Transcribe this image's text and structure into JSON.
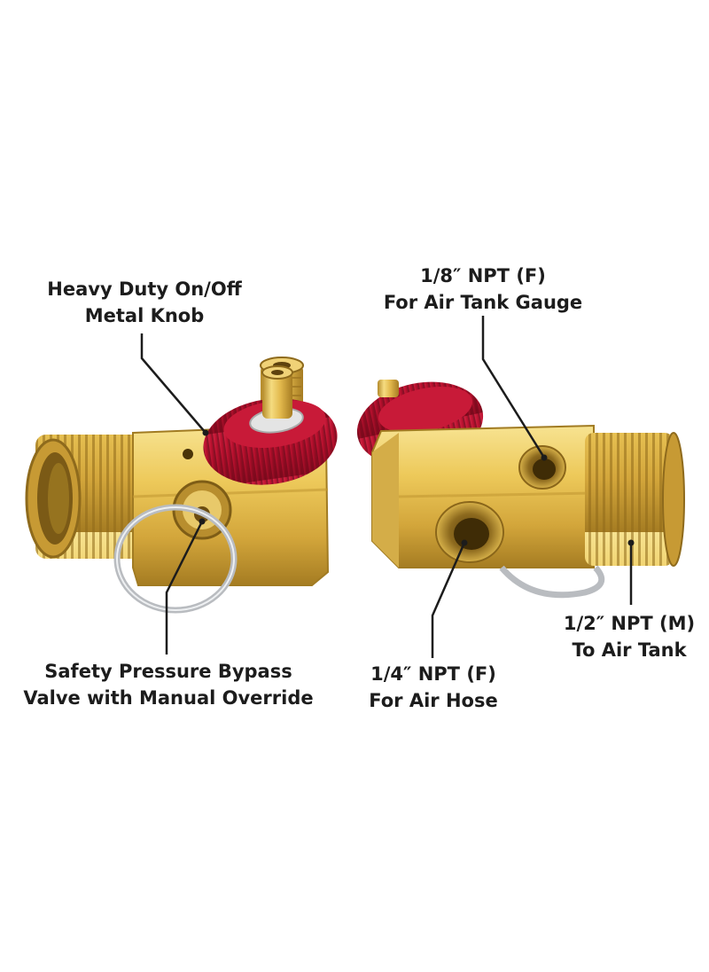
{
  "callouts": {
    "on_off_knob": {
      "line1": "Heavy Duty On/Off",
      "line2": "Metal Knob"
    },
    "gauge_port": {
      "line1": "1/8″ NPT (F)",
      "line2": "For Air Tank Gauge"
    },
    "bypass_valve": {
      "line1": "Safety Pressure Bypass",
      "line2": "Valve with Manual Override"
    },
    "air_hose_port": {
      "line1": "1/4″ NPT (F)",
      "line2": "For Air Hose"
    },
    "tank_port": {
      "line1": "1/2″ NPT (M)",
      "line2": "To Air Tank"
    }
  },
  "colors": {
    "brass_light": "#f4d97a",
    "brass_mid": "#d6ad3e",
    "brass_dark": "#9a7420",
    "knob_red": "#b8102e",
    "knob_dark": "#7a0a1e",
    "ring_silver": "#b9bcc0",
    "text": "#1c1c1c"
  }
}
